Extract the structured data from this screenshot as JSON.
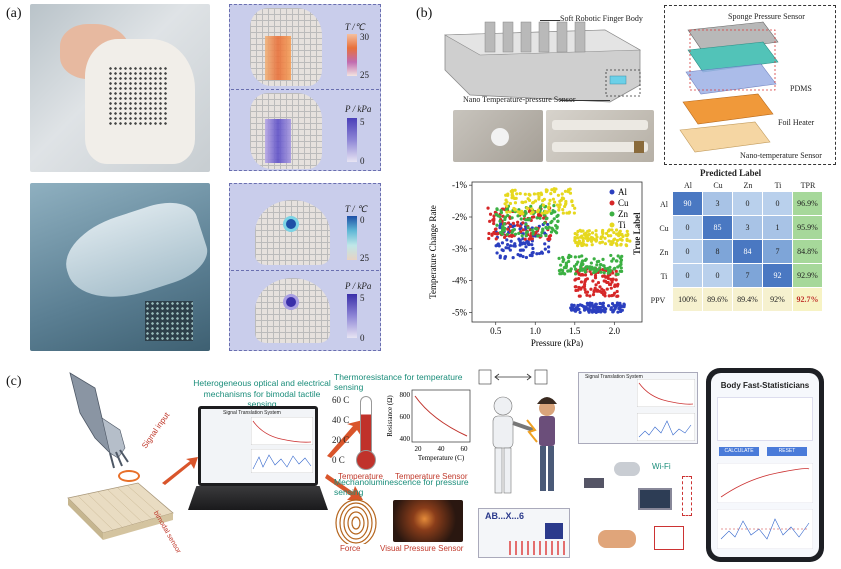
{
  "labels": {
    "a": "(a)",
    "b": "(b)",
    "c": "(c)"
  },
  "panel_a": {
    "top_temp": {
      "unit": "T /℃",
      "max": "30",
      "min": "25"
    },
    "top_pressure": {
      "unit": "P / kPa",
      "max": "5",
      "min": "0"
    },
    "bottom_temp": {
      "unit": "T / ℃",
      "max": "0",
      "min": "25"
    },
    "bottom_pressure": {
      "unit": "P / kPa",
      "max": "5",
      "min": "0"
    }
  },
  "panel_b": {
    "callouts": {
      "finger_body": "Soft Robotic Finger Body",
      "nano_sensor": "Nano Temperature-pressure Sensor",
      "sponge": "Sponge Pressure Sensor",
      "pdms": "PDMS",
      "foil": "Foil Heater",
      "nano_temp": "Nano-temperature Sensor"
    },
    "confusion": {
      "title": "Predicted Label",
      "ylabel": "True Label",
      "cols": [
        "Al",
        "Cu",
        "Zn",
        "Ti",
        "TPR"
      ],
      "rows": [
        {
          "label": "Al",
          "cells": [
            "90",
            "3",
            "0",
            "0",
            "96.9%"
          ]
        },
        {
          "label": "Cu",
          "cells": [
            "0",
            "85",
            "3",
            "1",
            "95.9%"
          ]
        },
        {
          "label": "Zn",
          "cells": [
            "0",
            "8",
            "84",
            "7",
            "84.8%"
          ]
        },
        {
          "label": "Ti",
          "cells": [
            "0",
            "0",
            "7",
            "92",
            "92.9%"
          ]
        }
      ],
      "ppv_label": "PPV",
      "ppv": [
        "100%",
        "89.6%",
        "89.4%",
        "92%",
        "92.7%"
      ]
    }
  },
  "chart_data": {
    "type": "scatter",
    "title": "",
    "xlabel": "Pressure (kPa)",
    "ylabel": "Temperature Change Rate",
    "xticks": [
      "0.5",
      "1.0",
      "1.5",
      "2.0"
    ],
    "yticks": [
      "-1%",
      "-2%",
      "-3%",
      "-4%",
      "-5%"
    ],
    "xlim": [
      0.2,
      2.35
    ],
    "ylim": [
      -5.3,
      -0.9
    ],
    "series": [
      {
        "name": "Al",
        "color": "#2b3fbf",
        "cluster": {
          "x": [
            0.5,
            1.2
          ],
          "y": [
            -3.3,
            -2.2
          ]
        },
        "cluster2": {
          "x": [
            1.45,
            2.15
          ],
          "y": [
            -5.0,
            -4.7
          ]
        }
      },
      {
        "name": "Cu",
        "color": "#d62728",
        "cluster": {
          "x": [
            0.4,
            1.2
          ],
          "y": [
            -2.7,
            -1.7
          ]
        },
        "cluster2": {
          "x": [
            1.5,
            2.05
          ],
          "y": [
            -4.5,
            -3.6
          ]
        }
      },
      {
        "name": "Zn",
        "color": "#3cb043",
        "cluster": {
          "x": [
            0.5,
            1.3
          ],
          "y": [
            -2.6,
            -1.6
          ]
        },
        "cluster2": {
          "x": [
            1.3,
            2.1
          ],
          "y": [
            -3.8,
            -3.2
          ]
        }
      },
      {
        "name": "Ti",
        "color": "#e6d81e",
        "cluster": {
          "x": [
            0.6,
            1.5
          ],
          "y": [
            -1.9,
            -1.1
          ]
        },
        "cluster2": {
          "x": [
            1.5,
            2.2
          ],
          "y": [
            -2.9,
            -2.4
          ]
        }
      }
    ]
  },
  "panel_c": {
    "heading": "Heterogeneous optical and electrical mechanisms for bimodal tactile sensing",
    "signal_input": "Signal input",
    "bimodal": "bimodal sensor",
    "thermo_title": "Thermoresistance for temperature sensing",
    "thermo_ticks": [
      "60",
      "40",
      "20",
      "0"
    ],
    "thermo_unit": "C",
    "temperature_label": "Temperature",
    "resistance_axis": "Resistance (Ω)",
    "resistance_yticks": [
      "800",
      "600",
      "400"
    ],
    "resistance_xticks": [
      "20",
      "40",
      "60"
    ],
    "resistance_xlabel": "Temperature (C)",
    "temp_sensor_label": "Temperature Sensor",
    "mech_title": "Mechanoluminescence for pressure sensing",
    "force_label": "Force",
    "visual_label": "Visual Pressure Sensor",
    "screen_title": "Signal Translation System",
    "ab_text": "AB...X...6",
    "wifi": "Wi-Fi",
    "phone_title": "Body Fast-Statisticians",
    "phone_calculate": "CALCULATE",
    "phone_reset": "RESET"
  }
}
